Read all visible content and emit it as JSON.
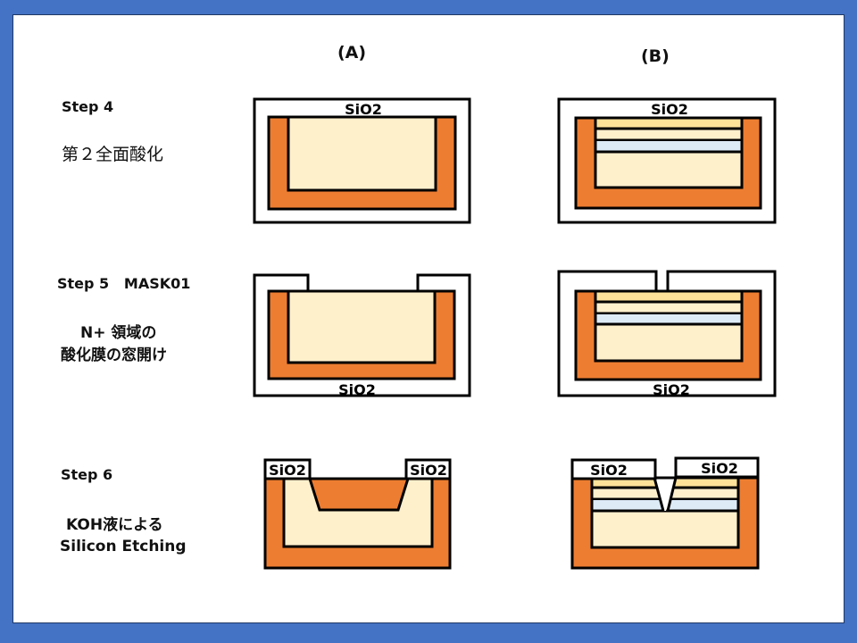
{
  "columns": {
    "a": "(A)",
    "b": "(B)"
  },
  "steps": [
    {
      "title": "Step 4",
      "desc_lines": [
        "第２全面酸化"
      ]
    },
    {
      "title": "Step 5   MASK01",
      "desc_lines": [
        "N+ 領域の",
        "酸化膜の窓開け"
      ]
    },
    {
      "title": "Step 6",
      "desc_lines": [
        "KOH液による",
        "Silicon Etching"
      ]
    }
  ],
  "material_label": "SiO2",
  "colors": {
    "frame": "#4472C4",
    "oxide": "#FFFFFF",
    "doped_well": "#ED7D31",
    "silicon": "#FFF0CC",
    "layer_top": "#FFE29A",
    "layer_blue": "#DDEBF7",
    "outline": "#000000"
  }
}
